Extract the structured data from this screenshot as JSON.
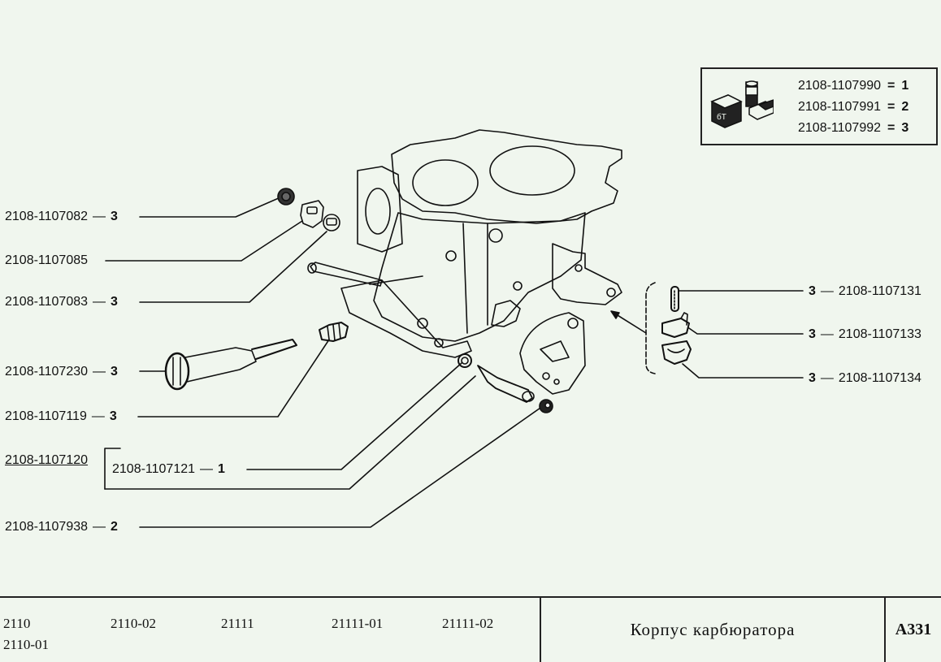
{
  "diagram": {
    "subject": "carburetor-body-exploded-view",
    "line_color": "#111111",
    "background_color": "#f0f6ee"
  },
  "callouts_left": [
    {
      "part": "2108-1107082",
      "qty": "3"
    },
    {
      "part": "2108-1107085",
      "qty": ""
    },
    {
      "part": "2108-1107083",
      "qty": "3"
    },
    {
      "part": "2108-1107230",
      "qty": "3"
    },
    {
      "part": "2108-1107119",
      "qty": "3"
    },
    {
      "part": "2108-1107120",
      "qty": ""
    },
    {
      "part": "2108-1107938",
      "qty": "2"
    }
  ],
  "kit_group": {
    "kit_part": "2108-1107120",
    "sub_part": "2108-1107121",
    "sub_qty": "1"
  },
  "callouts_right": [
    {
      "part": "2108-1107131",
      "qty": "3"
    },
    {
      "part": "2108-1107133",
      "qty": "3"
    },
    {
      "part": "2108-1107134",
      "qty": "3"
    }
  ],
  "legend": {
    "icon": "repair-kit-icon",
    "rows": [
      {
        "part": "2108-1107990",
        "eq": "=",
        "value": "1"
      },
      {
        "part": "2108-1107991",
        "eq": "=",
        "value": "2"
      },
      {
        "part": "2108-1107992",
        "eq": "=",
        "value": "3"
      }
    ]
  },
  "title_block": {
    "models": [
      "2110",
      "2110-02",
      "21111",
      "21111-01",
      "21111-02",
      "2110-01"
    ],
    "title": "Корпус карбюратора",
    "code": "A331"
  }
}
